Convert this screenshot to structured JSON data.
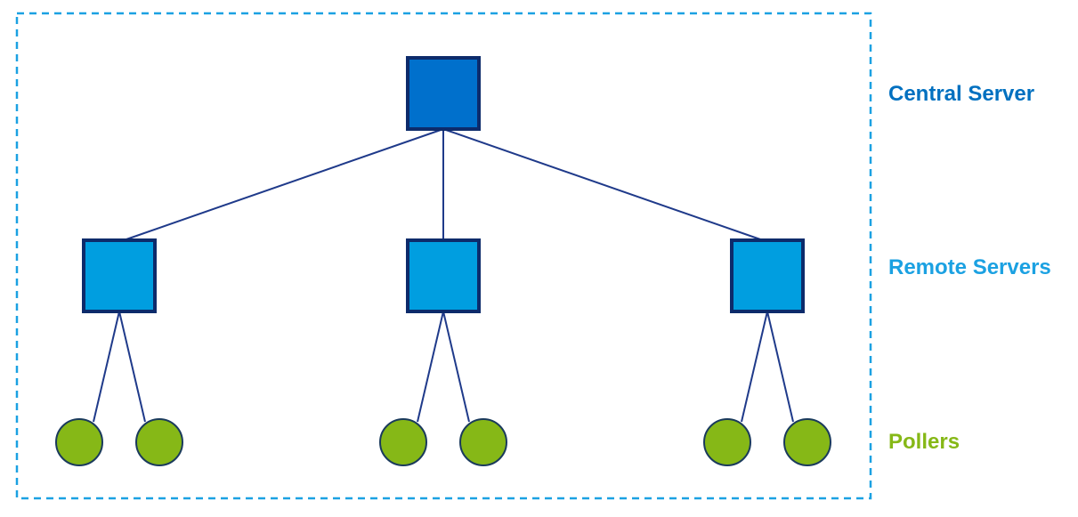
{
  "labels": {
    "central_server": "Central Server",
    "remote_servers": "Remote Servers",
    "pollers": "Pollers"
  },
  "colors": {
    "central_fill": "#0070CC",
    "remote_fill": "#009EE0",
    "poller_fill": "#86B817",
    "node_border": "#0D2B6B",
    "poller_border": "#1A3A5C",
    "edge": "#1F3A8A",
    "boundary": "#1BA1E2",
    "central_label": "#0070C0",
    "remote_label": "#1BA1E2",
    "pollers_label": "#86B817"
  },
  "topology": {
    "central_count": 1,
    "remote_servers": [
      {
        "pollers": 2
      },
      {
        "pollers": 2
      },
      {
        "pollers": 2
      }
    ]
  }
}
